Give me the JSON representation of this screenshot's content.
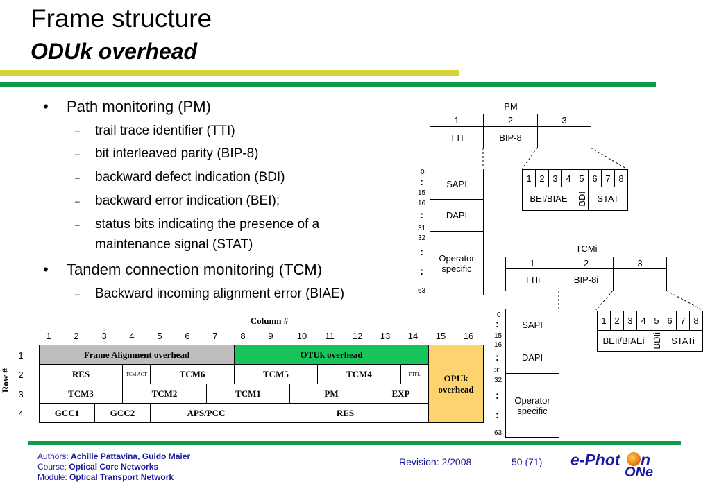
{
  "slide": {
    "title": "Frame structure",
    "subtitle": "ODUk overhead"
  },
  "bullets": [
    {
      "text": "Path monitoring (PM)",
      "sub": [
        "trail trace identifier (TTI)",
        "bit interleaved parity (BIP-8)",
        "backward defect indication (BDI)",
        "backward error indication (BEI);",
        "status bits indicating the presence of a",
        "maintenance signal (STAT)"
      ]
    },
    {
      "text": "Tandem connection monitoring (TCM)",
      "sub": [
        "Backward incoming alignment error (BIAE)"
      ]
    }
  ],
  "bullet_marker": "•",
  "sub_marker": "–",
  "pm": {
    "label": "PM",
    "cols": [
      "1",
      "2",
      "3"
    ],
    "row": [
      "TTI",
      "BIP-8",
      ""
    ],
    "byte_bits": [
      "1",
      "2",
      "3",
      "4",
      "5",
      "6",
      "7",
      "8"
    ],
    "byte_fields": [
      "BEI/BIAE",
      "BDI",
      "STAT"
    ],
    "tti_fields": [
      "SAPI",
      "DAPI",
      "Operator specific"
    ],
    "tti_index": [
      "0",
      ":",
      "15",
      "16",
      ":",
      "31",
      "32",
      ":",
      ":",
      "63"
    ]
  },
  "tcm": {
    "label": "TCMi",
    "cols": [
      "1",
      "2",
      "3"
    ],
    "row": [
      "TTIi",
      "BIP-8i",
      ""
    ],
    "byte_bits": [
      "1",
      "2",
      "3",
      "4",
      "5",
      "6",
      "7",
      "8"
    ],
    "byte_fields": [
      "BEIi/BIAEi",
      "BDIi",
      "STATi"
    ],
    "tti_fields": [
      "SAPI",
      "DAPI",
      "Operator specific"
    ],
    "tti_index": [
      "0",
      ":",
      "15",
      "16",
      ":",
      "31",
      "32",
      ":",
      ":",
      "63"
    ]
  },
  "grid": {
    "column_header": "Column #",
    "row_header": "Row #",
    "columns": [
      "1",
      "2",
      "3",
      "4",
      "5",
      "6",
      "7",
      "8",
      "9",
      "10",
      "11",
      "12",
      "13",
      "14",
      "15",
      "16"
    ],
    "rows": [
      "1",
      "2",
      "3",
      "4"
    ],
    "frame_alignment": "Frame Alignment overhead",
    "otuk": "OTUk overhead",
    "opuk": "OPUk overhead",
    "row2": [
      "RES",
      "TCM ACT",
      "TCM6",
      "TCM5",
      "TCM4",
      "FTFL"
    ],
    "row3": [
      "TCM3",
      "TCM2",
      "TCM1",
      "PM",
      "EXP"
    ],
    "row4": [
      "GCC1",
      "GCC2",
      "APS/PCC",
      "RES"
    ],
    "colors": {
      "fa": "#bdbdbd",
      "otu": "#18c45a",
      "opu": "#fdd36f"
    }
  },
  "footer": {
    "authors_label": "Authors:",
    "authors": "Achille Pattavina, Guido Maier",
    "course_label": "Course:",
    "course": "Optical Core Networks",
    "module_label": "Module:",
    "module": "Optical Transport Network",
    "revision": "Revision: 2/2008",
    "page": "50 (71)",
    "logo_part1": "e-Phot",
    "logo_part2": "n",
    "logo_part3": "ONe"
  },
  "colors": {
    "accent_green": "#0e9a48",
    "accent_olive": "#d6d23a",
    "footer_text": "#1a1aa0"
  }
}
